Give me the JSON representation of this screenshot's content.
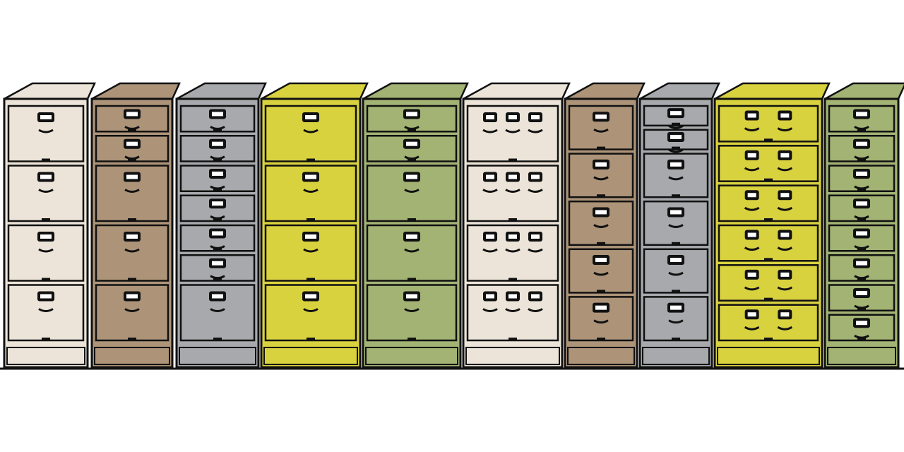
{
  "colors": {
    "background": "#ffffff",
    "outline": "#111111",
    "beige": "#ece4d8",
    "brown": "#ad9479",
    "gray": "#a7a9ac",
    "yellow": "#d9d23f",
    "green": "#a2b374",
    "handle": "#ffffff",
    "slot": "#111111"
  },
  "cabinets": [
    {
      "name": "beige-cabinet-1",
      "color": "beige",
      "layout": "large",
      "drawers": 4,
      "handles": 1
    },
    {
      "name": "brown-cabinet-1",
      "color": "brown",
      "layout": "mixed-small2-large3",
      "drawers": 5,
      "handles": 1
    },
    {
      "name": "gray-cabinet-1",
      "color": "gray",
      "layout": "mixed-small6-large1",
      "drawers": 7,
      "handles": 1
    },
    {
      "name": "yellow-cabinet-1",
      "color": "yellow",
      "layout": "large",
      "drawers": 4,
      "handles": 1
    },
    {
      "name": "green-cabinet-1",
      "color": "green",
      "layout": "mixed-small2-large3",
      "drawers": 5,
      "handles": 1
    },
    {
      "name": "beige-cabinet-2",
      "color": "beige",
      "layout": "large",
      "drawers": 4,
      "handles": 3
    },
    {
      "name": "brown-cabinet-2",
      "color": "brown",
      "layout": "uniform",
      "drawers": 5,
      "handles": 1
    },
    {
      "name": "gray-cabinet-2",
      "color": "gray",
      "layout": "mixed-small2-large4",
      "drawers": 6,
      "handles": 1
    },
    {
      "name": "yellow-cabinet-2",
      "color": "yellow",
      "layout": "uniform",
      "drawers": 6,
      "handles": 2
    },
    {
      "name": "green-cabinet-2",
      "color": "green",
      "layout": "uniform",
      "drawers": 8,
      "handles": 1
    }
  ]
}
